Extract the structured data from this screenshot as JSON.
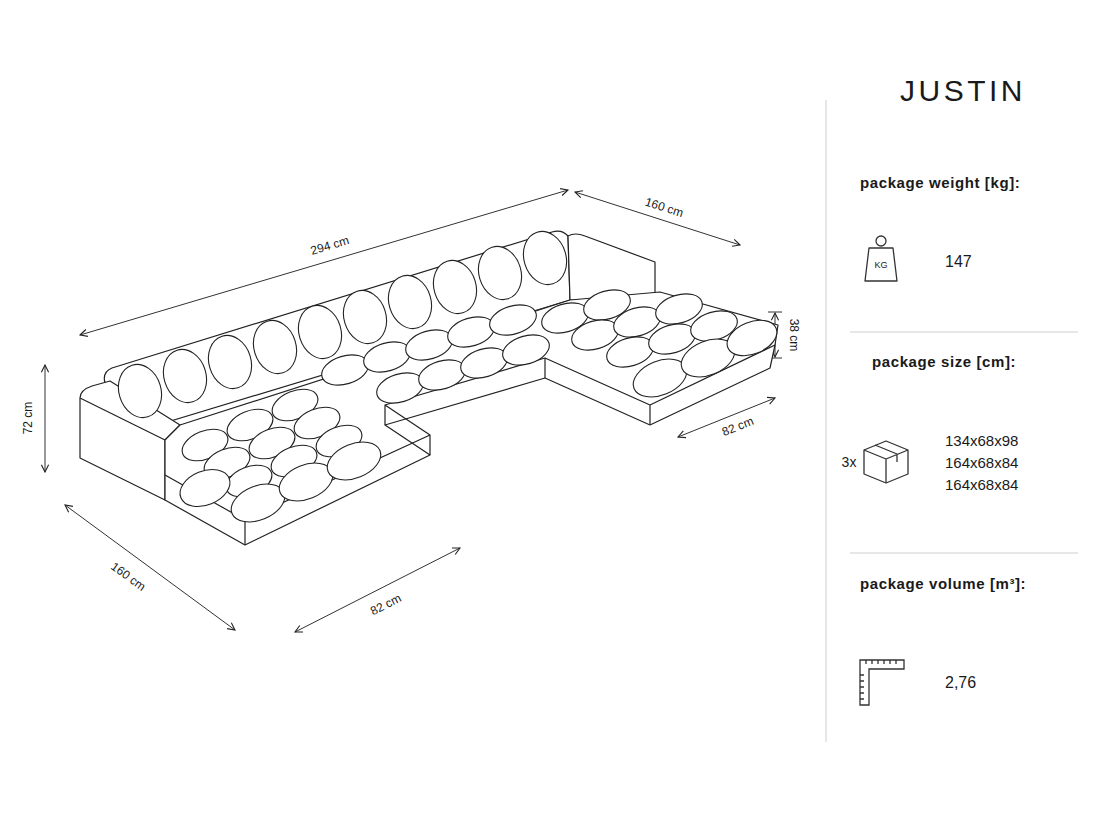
{
  "diagram": {
    "title": "JUSTIN",
    "labels": [
      "294 cm",
      "160 cm",
      "38 cm",
      "82 cm",
      "72 cm",
      "160 cm",
      "82 cm",
      "package weight [kg]:",
      "KG",
      "147",
      "package size [cm]:",
      "3x",
      "134x68x98",
      "164x68x84",
      "164x68x84",
      "package volume [m³]:",
      "2,76"
    ]
  }
}
